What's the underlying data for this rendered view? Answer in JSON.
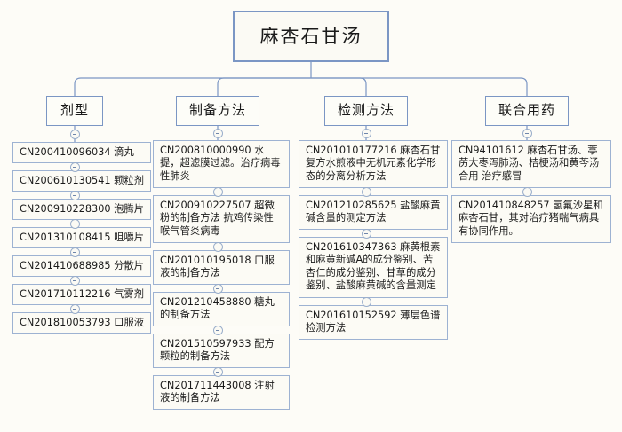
{
  "diagram": {
    "type": "mindmap-tree",
    "title": "麻杏石甘汤",
    "colors": {
      "node_border": "#8ba4cb",
      "root_border": "#7b96c4",
      "link": "#7b96c4",
      "background": "#fdfcf7",
      "node_fill": "#fbfaf4",
      "text": "#1a1a1a"
    },
    "root": {
      "label": "麻杏石甘汤"
    },
    "branches": [
      {
        "id": "dosage-form",
        "label": "剂型",
        "items": [
          {
            "text": "CN200410096034 滴丸"
          },
          {
            "text": "CN200610130541 颗粒剂"
          },
          {
            "text": "CN200910228300 泡腾片"
          },
          {
            "text": "CN201310108415 咀嚼片"
          },
          {
            "text": "CN201410688985 分散片"
          },
          {
            "text": "CN201710112216 气雾剂"
          },
          {
            "text": "CN201810053793 口服液"
          }
        ]
      },
      {
        "id": "preparation-method",
        "label": "制备方法",
        "items": [
          {
            "text": "CN200810000990 水提，超滤膜过滤。治疗病毒性肺炎"
          },
          {
            "text": "CN200910227507 超微粉的制备方法 抗鸡传染性喉气管炎病毒"
          },
          {
            "text": "CN201010195018 口服液的制备方法"
          },
          {
            "text": "CN201210458880 糖丸的制备方法"
          },
          {
            "text": "CN201510597933 配方颗粒的制备方法"
          },
          {
            "text": "CN201711443008 注射液的制备方法"
          }
        ]
      },
      {
        "id": "detection-method",
        "label": "检测方法",
        "items": [
          {
            "text": "CN201010177216 麻杏石甘复方水煎液中无机元素化学形态的分离分析方法"
          },
          {
            "text": "CN201210285625 盐酸麻黄碱含量的测定方法"
          },
          {
            "text": "CN201610347363 麻黄根素和麻黄新碱A的成分鉴别、苦杏仁的成分鉴别、甘草的成分鉴别、盐酸麻黄碱的含量测定"
          },
          {
            "text": "CN201610152592 薄层色谱检测方法"
          }
        ]
      },
      {
        "id": "combined-medication",
        "label": "联合用药",
        "items": [
          {
            "text": "CN94101612 麻杏石甘汤、葶苈大枣泻肺汤、桔梗汤和黄芩汤合用 治疗感冒"
          },
          {
            "text": "CN201410848257 氢氟沙星和麻杏石甘，其对治疗猪喘气病具有协同作用。"
          }
        ]
      }
    ]
  }
}
